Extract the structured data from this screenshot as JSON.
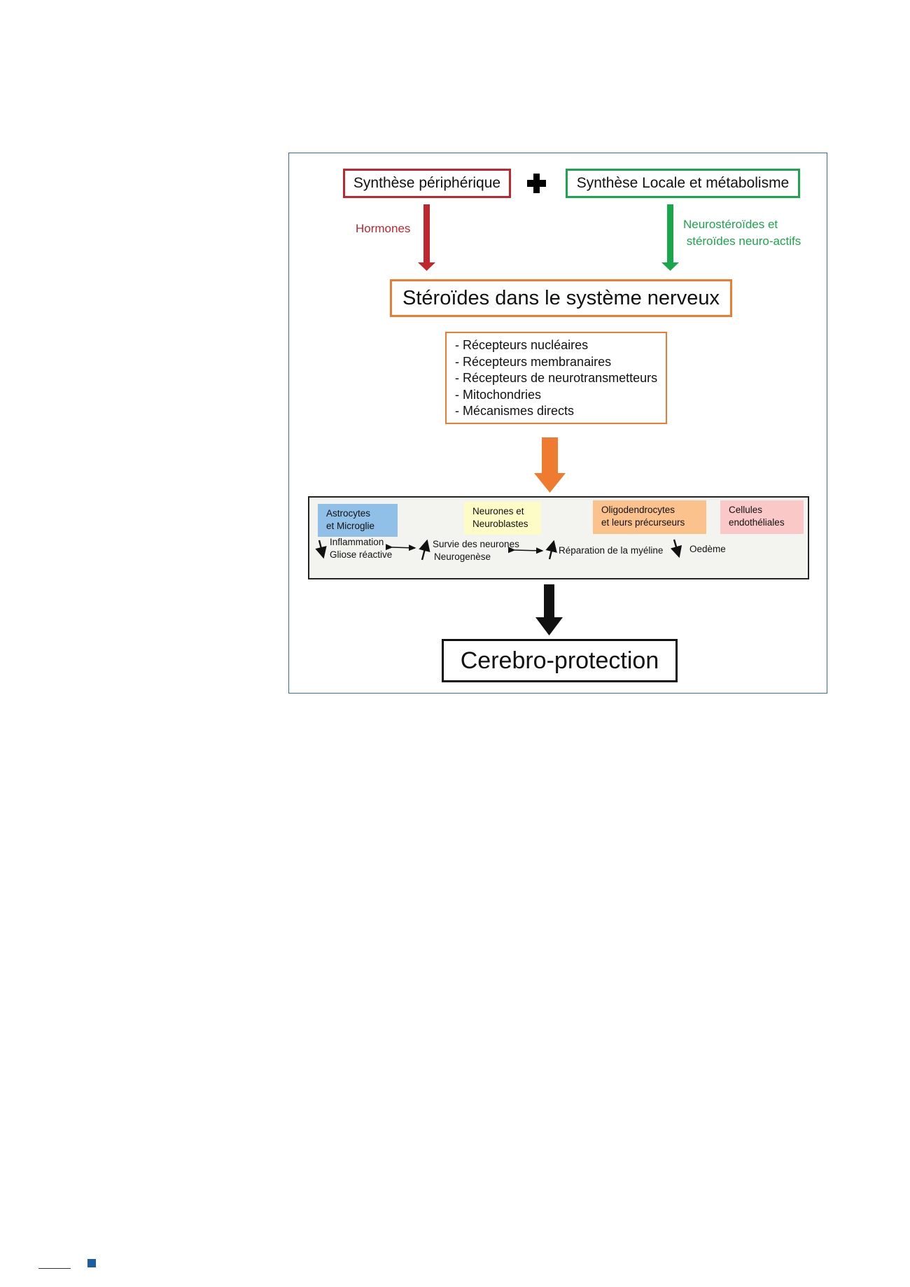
{
  "diagram": {
    "top_left_box": "Synthèse périphérique",
    "plus_sign": "✚",
    "top_right_box": "Synthèse Locale et métabolisme",
    "left_arrow_label": "Hormones",
    "right_arrow_label_1": "Neurostéroïdes et",
    "right_arrow_label_2": " stéroïdes neuro-actifs",
    "main_box": "Stéroïdes dans le système nerveux",
    "mechanisms": [
      "- Récepteurs nucléaires",
      "- Récepteurs membranaires",
      "- Récepteurs de neurotransmetteurs",
      "- Mitochondries",
      "- Mécanismes directs"
    ],
    "cell_types": {
      "astro_1": "Astrocytes",
      "astro_2": "et Microglie",
      "neuro_1": "Neurones et",
      "neuro_2": "Neuroblastes",
      "oligo_1": "Oligodendrocytes",
      "oligo_2": "et leurs précurseurs",
      "endo_1": "Cellules",
      "endo_2": "endothéliales"
    },
    "effects": {
      "astro_1": "Inflammation",
      "astro_2": "Gliose réactive",
      "neuro_1": "Survie des neurones",
      "neuro_2": "Neurogenèse",
      "oligo": "Réparation de la myéline",
      "endo": "Oedème"
    },
    "final_box": "Cerebro-protection"
  },
  "colors": {
    "frame": "#2f6db0",
    "peripheral": "#c0262d",
    "local": "#1aa64a",
    "steroids": "#ef7b30",
    "final": "#111111",
    "astro_fill": "#90c0e7",
    "neuro_fill": "#fdfcc6",
    "oligo_fill": "#fbc28d",
    "endo_fill": "#fbc8c8",
    "footer_square": "#1a5ea8"
  }
}
